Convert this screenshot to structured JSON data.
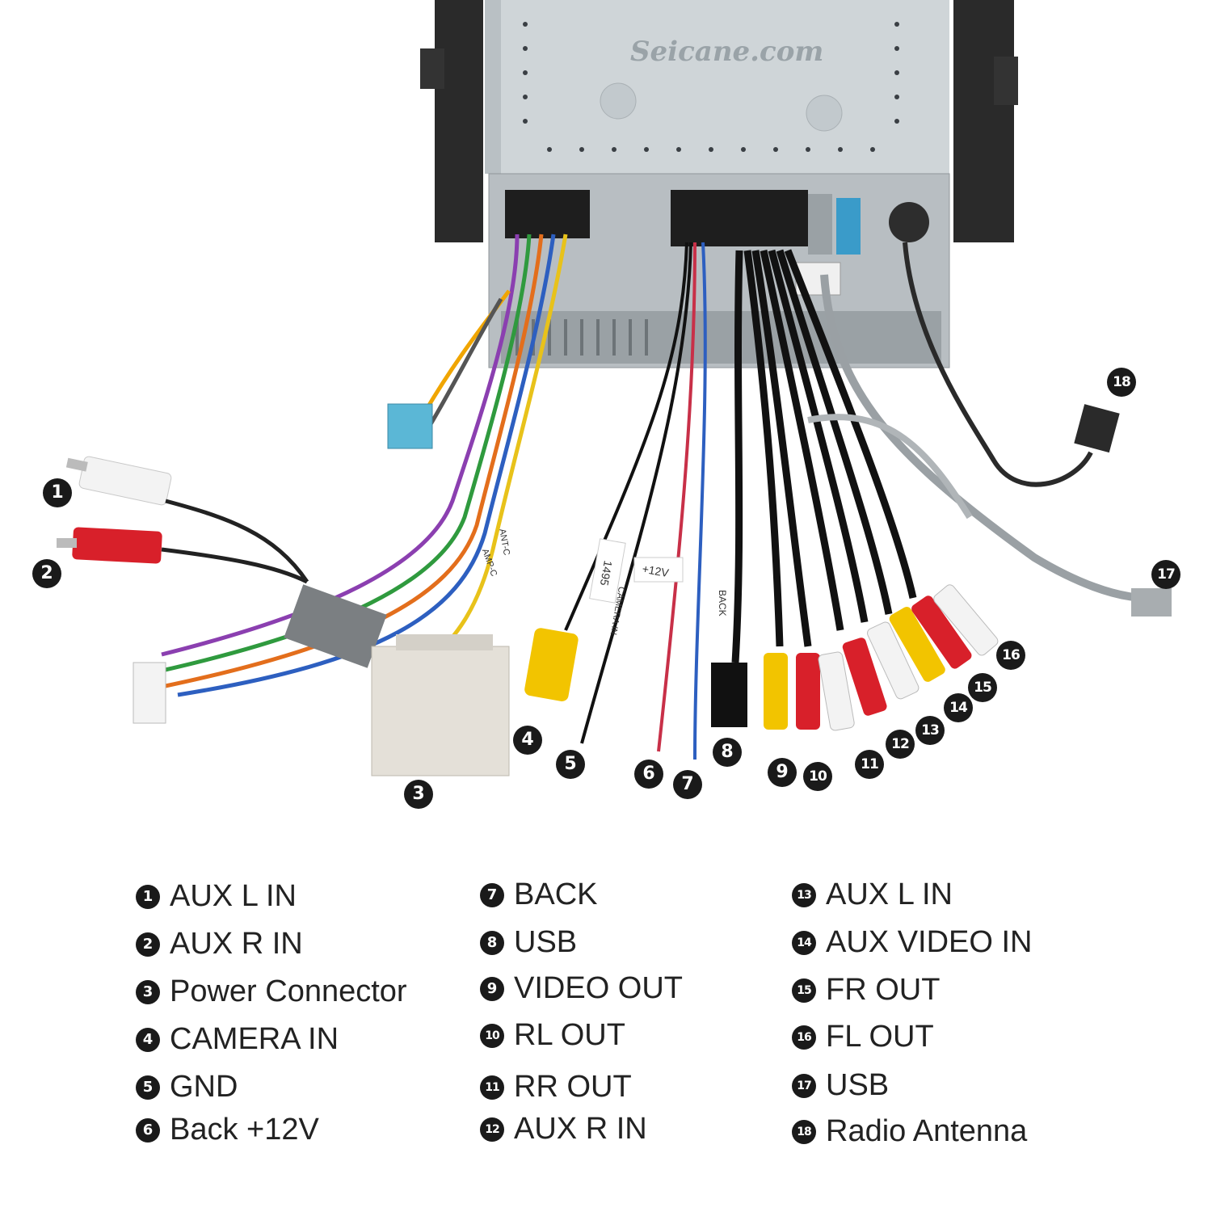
{
  "watermark": "Seicane.com",
  "label_texts": {
    "cam": "CAMERA IN",
    "n1495": "1495",
    "p12": "+12V",
    "back": "BACK",
    "ant": "ANT-C",
    "amp": "AMP-C"
  },
  "callouts": [
    "1",
    "2",
    "3",
    "4",
    "5",
    "6",
    "7",
    "8",
    "9",
    "10",
    "11",
    "12",
    "13",
    "14",
    "15",
    "16",
    "17",
    "18"
  ],
  "legend": {
    "col1": [
      {
        "num": "1",
        "text": "AUX L IN"
      },
      {
        "num": "2",
        "text": "AUX R IN"
      },
      {
        "num": "3",
        "text": "Power  Connector"
      },
      {
        "num": "4",
        "text": "CAMERA IN"
      },
      {
        "num": "5",
        "text": "GND"
      },
      {
        "num": "6",
        "text": "Back +12V"
      }
    ],
    "col2": [
      {
        "num": "7",
        "text": "BACK"
      },
      {
        "num": "8",
        "text": "USB"
      },
      {
        "num": "9",
        "text": "VIDEO OUT"
      },
      {
        "num": "10",
        "text": "RL OUT"
      },
      {
        "num": "11",
        "text": "RR OUT"
      },
      {
        "num": "12",
        "text": "AUX R IN"
      }
    ],
    "col3": [
      {
        "num": "13",
        "text": "AUX L IN"
      },
      {
        "num": "14",
        "text": "AUX VIDEO IN"
      },
      {
        "num": "15",
        "text": "FR OUT"
      },
      {
        "num": "16",
        "text": "FL OUT"
      },
      {
        "num": "17",
        "text": "USB"
      },
      {
        "num": "18",
        "text": "Radio Antenna"
      }
    ]
  },
  "colors": {
    "chassis": "#d7dcdf",
    "bracket": "#2a2a2a",
    "rca_yellow": "#f2c400",
    "rca_red": "#d8202a",
    "rca_white": "#f3f3f3",
    "connector_blue": "#5bb7d6",
    "power_plug": "#e4e0d8",
    "badge": "#1a1a1a"
  }
}
